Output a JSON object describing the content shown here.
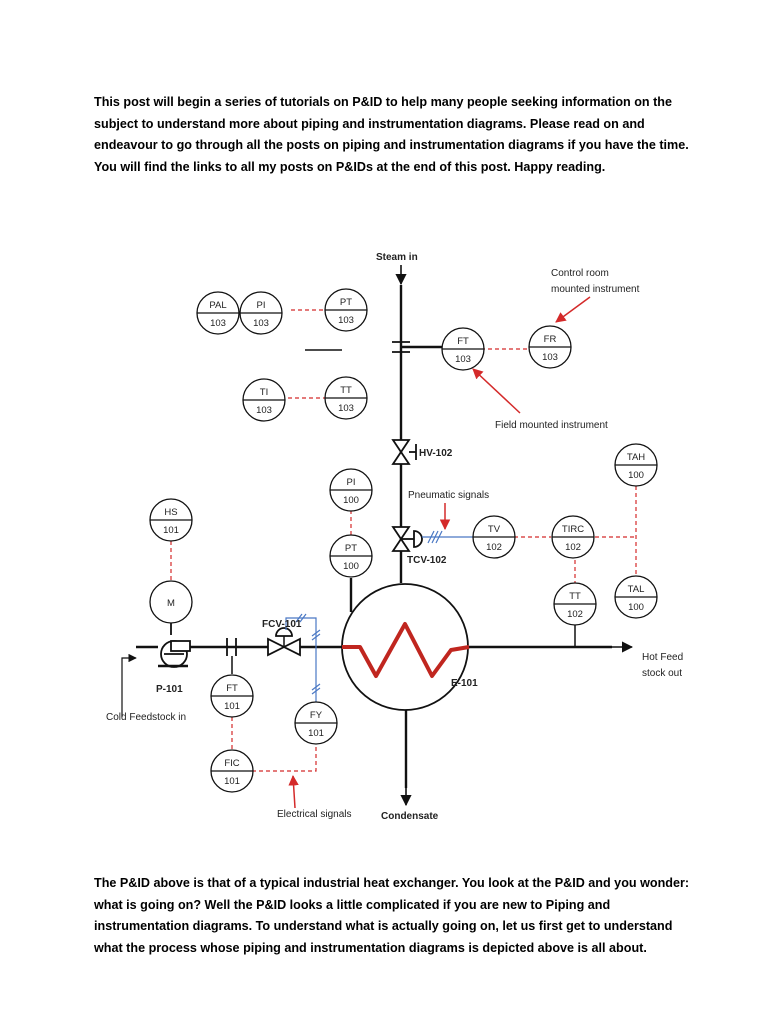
{
  "intro": "This post will begin a series of tutorials on P&ID to help many people seeking information on the subject to understand more about piping and instrumentation diagrams. Please read on and endeavour to go through all the posts on piping and instrumentation diagrams if you have the time. You will find the links to all my posts on P&IDs at the end of this post. Happy reading.",
  "outro": "The P&ID above is that of a typical industrial heat exchanger. You look at the P&ID and you wonder: what is going on? Well the P&ID looks a little complicated if you are new to Piping and instrumentation diagrams. To understand what is actually going on, let us first get to understand what the process whose piping and instrumentation diagrams is depicted above is all about.",
  "diagram": {
    "labels": {
      "steam_in": "Steam in",
      "control_room": "Control room",
      "mounted_instrument": "mounted instrument",
      "field_mounted": "Field mounted instrument",
      "pneumatic": "Pneumatic signals",
      "electrical": "Electrical signals",
      "cold_feed": "Cold Feedstock in",
      "hot_feed_1": "Hot Feed",
      "hot_feed_2": "stock out",
      "condensate": "Condensate",
      "hv": "HV-102",
      "tcv": "TCV-102",
      "fcv": "FCV-101",
      "pump": "P-101",
      "exchanger": "E-101"
    },
    "instruments": {
      "pal103": {
        "tag": "PAL",
        "num": "103"
      },
      "pi103": {
        "tag": "PI",
        "num": "103"
      },
      "pt103": {
        "tag": "PT",
        "num": "103"
      },
      "ft103": {
        "tag": "FT",
        "num": "103"
      },
      "fr103": {
        "tag": "FR",
        "num": "103"
      },
      "ti103": {
        "tag": "TI",
        "num": "103"
      },
      "tt103": {
        "tag": "TT",
        "num": "103"
      },
      "pi100": {
        "tag": "PI",
        "num": "100"
      },
      "pt100": {
        "tag": "PT",
        "num": "100"
      },
      "hs101": {
        "tag": "HS",
        "num": "101"
      },
      "m": {
        "tag": "M"
      },
      "tv102": {
        "tag": "TV",
        "num": "102"
      },
      "tirc102": {
        "tag": "TIRC",
        "num": "102"
      },
      "tah100": {
        "tag": "TAH",
        "num": "100"
      },
      "tal100": {
        "tag": "TAL",
        "num": "100"
      },
      "tt102": {
        "tag": "TT",
        "num": "102"
      },
      "ft101": {
        "tag": "FT",
        "num": "101"
      },
      "fy101": {
        "tag": "FY",
        "num": "101"
      },
      "fic101": {
        "tag": "FIC",
        "num": "101"
      }
    },
    "colors": {
      "line": "#111111",
      "signal": "#d42a2a",
      "pneumatic": "#4a78c4",
      "coil": "#c0261f"
    }
  }
}
